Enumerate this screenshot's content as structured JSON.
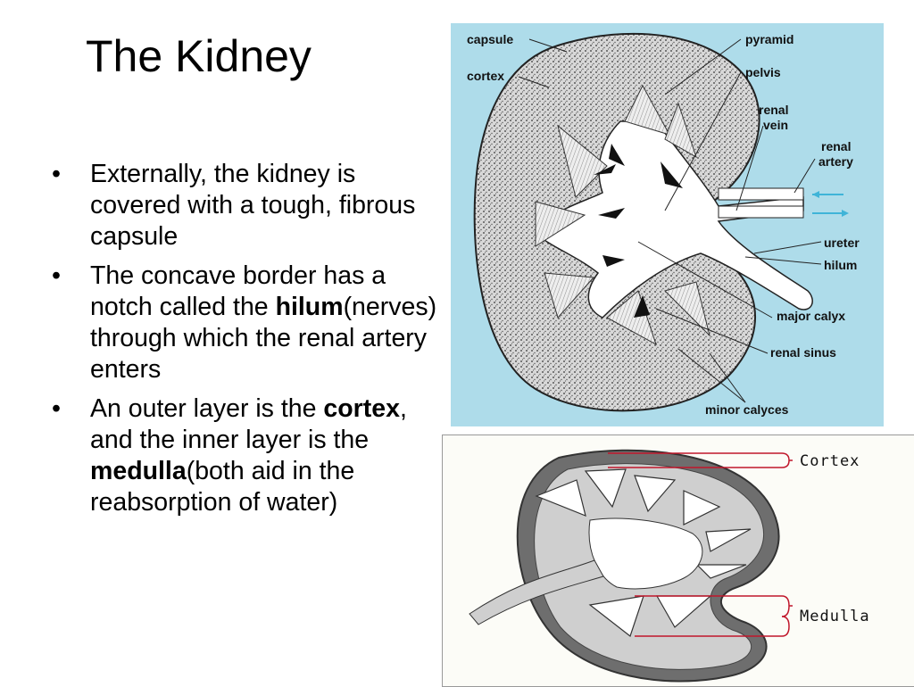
{
  "slide": {
    "title": "The Kidney",
    "bullets": [
      {
        "parts": [
          "Externally, the kidney is covered with a tough, fibrous capsule"
        ]
      },
      {
        "parts": [
          "The concave border has a notch called the ",
          "hilum",
          "(nerves) through which the renal artery enters"
        ]
      },
      {
        "parts": [
          "An outer layer is the ",
          "cortex",
          ", and the inner layer is the ",
          "medulla",
          "(both aid in the reabsorption of water)"
        ]
      }
    ],
    "bullet_glyph": "•"
  },
  "figure_top": {
    "labels": {
      "capsule": "capsule",
      "cortex": "cortex",
      "pyramid": "pyramid",
      "pelvis": "pelvis",
      "renal_vein_1": "renal",
      "renal_vein_2": "vein",
      "renal_artery_1": "renal",
      "renal_artery_2": "artery",
      "ureter": "ureter",
      "hilum": "hilum",
      "major_calyx": "major calyx",
      "renal_sinus": "renal sinus",
      "minor_calyces": "minor calyces"
    },
    "colors": {
      "background": "#aedcea",
      "arrow": "#3fb4d8"
    }
  },
  "figure_bottom": {
    "labels": {
      "cortex": "Cortex",
      "medulla": "Medulla"
    },
    "colors": {
      "bracket": "#c0172b",
      "outer": "#6e6e6e",
      "inner": "#cfcfcf"
    }
  }
}
